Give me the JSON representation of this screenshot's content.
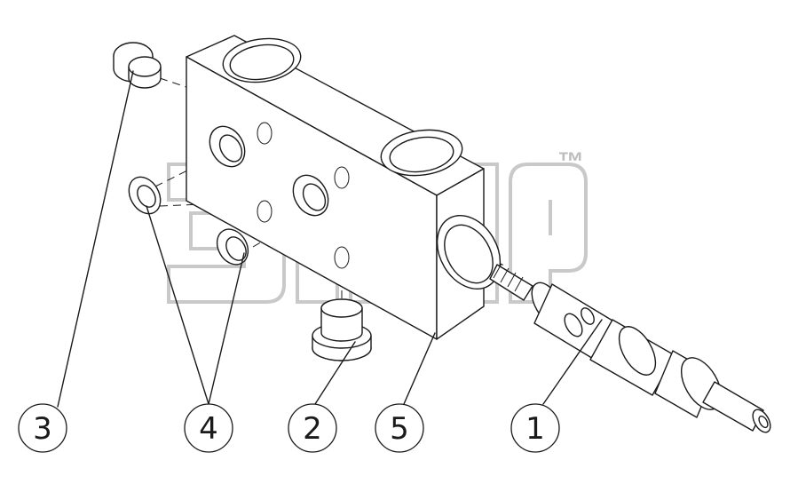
{
  "watermark": {
    "mark": "™"
  },
  "callouts": [
    {
      "id": "callout-1",
      "label": "1"
    },
    {
      "id": "callout-2",
      "label": "2"
    },
    {
      "id": "callout-3",
      "label": "3"
    },
    {
      "id": "callout-4",
      "label": "4"
    },
    {
      "id": "callout-5",
      "label": "5"
    }
  ],
  "colors": {
    "line": "#1a1a1a",
    "watermark": "#c9c9c9",
    "background": "#ffffff"
  }
}
